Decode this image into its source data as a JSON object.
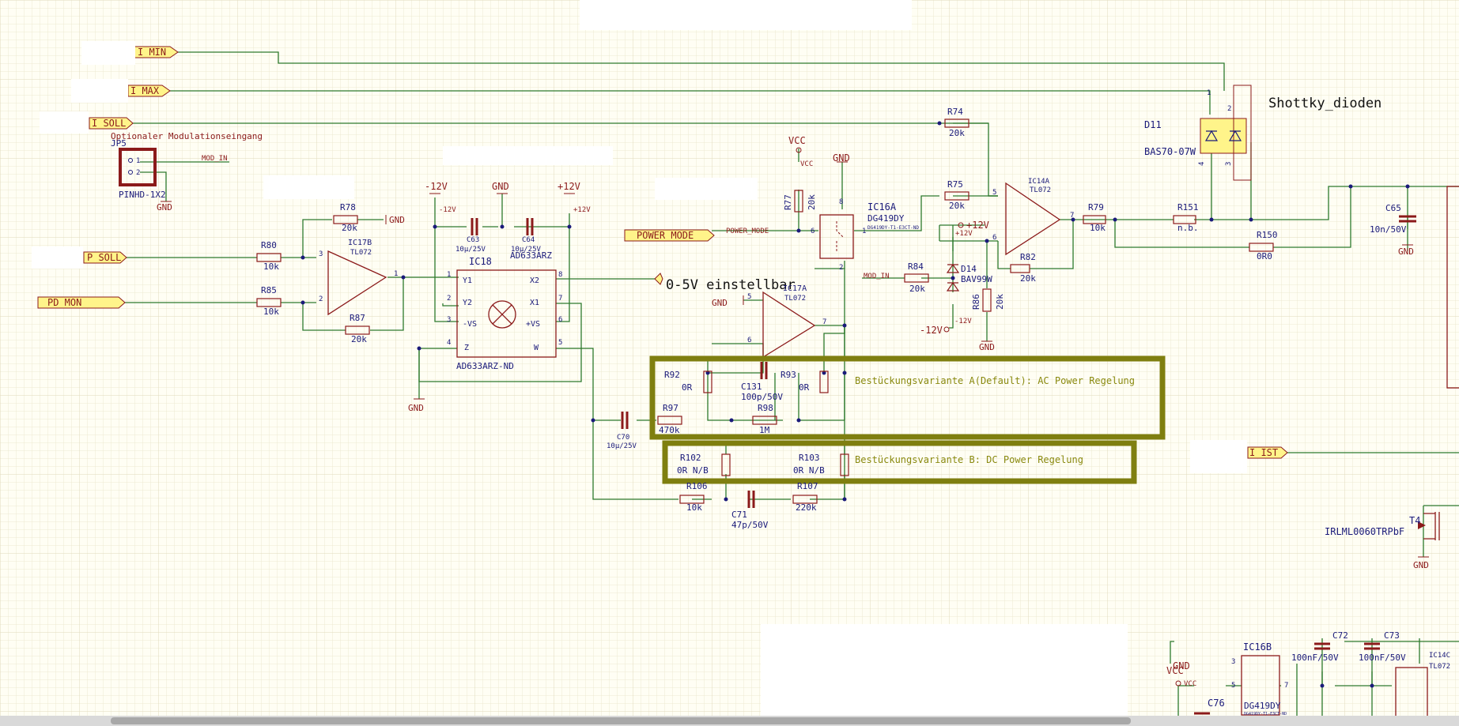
{
  "ports": {
    "i_min": "I_MIN",
    "i_max": "I_MAX",
    "i_soll": "I_SOLL",
    "p_soll": "P_SOLL",
    "pd_mon": "PD_MON",
    "power_mode": "POWER_MODE",
    "i_ist": "I_IST"
  },
  "nets": {
    "mod_in": "MOD_IN",
    "power_mode": "POWER_MODE",
    "gnd": "GND",
    "vcc": "VCC",
    "m12v": "-12V",
    "p12v": "+12V"
  },
  "notes": {
    "modulation": "Optionaler Modulationseingang",
    "adjustable": "0-5V einstellbar",
    "schottky": "Shottky_dioden",
    "variant_a": "Bestückungsvariante A(Default): AC Power Regelung",
    "variant_b": "Bestückungsvariante B: DC Power Regelung"
  },
  "components": {
    "jp5": {
      "ref": "JP5",
      "value": "PINHD-1X2"
    },
    "ic17b": {
      "ref": "IC17B",
      "value": "TL072"
    },
    "ic17a": {
      "ref": "IC17A",
      "value": "TL072"
    },
    "ic14a": {
      "ref": "IC14A",
      "value": "TL072"
    },
    "ic14c": {
      "ref": "IC14C",
      "value": "TL072"
    },
    "ic18": {
      "ref": "IC18",
      "value": "AD633ARZ",
      "value2": "AD633ARZ-ND",
      "pins": {
        "y1": "Y1",
        "y2": "Y2",
        "mvs": "-VS",
        "z": "Z",
        "x2": "X2",
        "x1": "X1",
        "pvs": "+VS",
        "w": "W"
      }
    },
    "ic16a": {
      "ref": "IC16A",
      "value": "DG419DY",
      "small": "DG419DY-T1-E3CT-ND"
    },
    "ic16b": {
      "ref": "IC16B",
      "value": "DG419DY",
      "small": "DG419DY-T1-E3CT-ND"
    },
    "d11": {
      "ref": "D11",
      "value": "BAS70-07W"
    },
    "d14": {
      "ref": "D14",
      "value": "BAV99W"
    },
    "t4": {
      "ref": "T4",
      "value": "IRLML0060TRPbF"
    },
    "r78": {
      "ref": "R78",
      "value": "20k"
    },
    "r80": {
      "ref": "R80",
      "value": "10k"
    },
    "r85": {
      "ref": "R85",
      "value": "10k"
    },
    "r87": {
      "ref": "R87",
      "value": "20k"
    },
    "r77": {
      "ref": "R77",
      "value": "20k"
    },
    "r74": {
      "ref": "R74",
      "value": "20k"
    },
    "r75": {
      "ref": "R75",
      "value": "20k"
    },
    "r79": {
      "ref": "R79",
      "value": "10k"
    },
    "r151": {
      "ref": "R151",
      "value": "n.b."
    },
    "r150": {
      "ref": "R150",
      "value": "0R0"
    },
    "r82": {
      "ref": "R82",
      "value": "20k"
    },
    "r84": {
      "ref": "R84",
      "value": "20k"
    },
    "r86": {
      "ref": "R86",
      "value": "20k"
    },
    "r92": {
      "ref": "R92",
      "value": "0R"
    },
    "r93": {
      "ref": "R93",
      "value": "0R"
    },
    "r97": {
      "ref": "R97",
      "value": "470k"
    },
    "r98": {
      "ref": "R98",
      "value": "1M"
    },
    "r102": {
      "ref": "R102",
      "value": "0R N/B"
    },
    "r103": {
      "ref": "R103",
      "value": "0R N/B"
    },
    "r106": {
      "ref": "R106",
      "value": "10k"
    },
    "r107": {
      "ref": "R107",
      "value": "220k"
    },
    "c63": {
      "ref": "C63",
      "value": "10µ/25V"
    },
    "c64": {
      "ref": "C64",
      "value": "10µ/25V"
    },
    "c65": {
      "ref": "C65",
      "value": "10n/50V"
    },
    "c70": {
      "ref": "C70",
      "value": "10µ/25V"
    },
    "c71": {
      "ref": "C71",
      "value": "47p/50V"
    },
    "c72": {
      "ref": "C72",
      "value": "100nF/50V"
    },
    "c73": {
      "ref": "C73",
      "value": "100nF/50V"
    },
    "c76": {
      "ref": "C76",
      "value": ""
    },
    "c131": {
      "ref": "C131",
      "value": "100p/50V"
    }
  },
  "colors": {
    "wire": "#2d7a2d",
    "component": "#8b1a1a",
    "designator": "#1a1a7a",
    "port_fill": "#fff48a",
    "highlight_box": "#7f7f10",
    "note_text": "#8a8a10",
    "grid": "#ede9d2"
  }
}
